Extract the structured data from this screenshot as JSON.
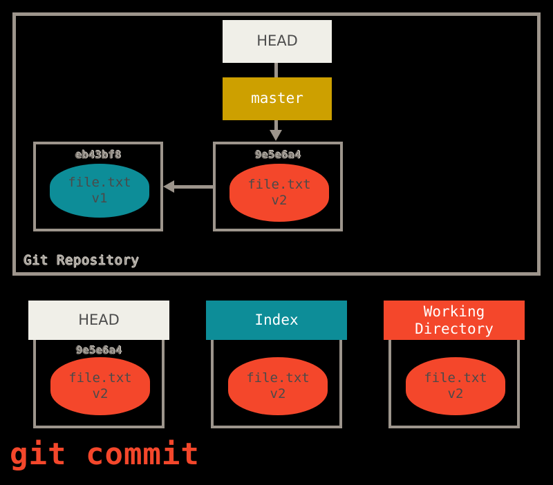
{
  "diagram": {
    "title": "git commit",
    "command_caption": "git commit",
    "repository": {
      "label": "Git Repository",
      "refs": [
        {
          "name": "HEAD",
          "label": "HEAD",
          "color": "#f0efe8",
          "text_color": "#4d4d4d"
        },
        {
          "name": "master",
          "label": "master",
          "color": "#cda000",
          "text_color": "#ffffff"
        }
      ],
      "commits": [
        {
          "hash": "eb43bf8",
          "blob_file": "file.txt",
          "blob_version": "v1",
          "blob_color": "#0d8d98"
        },
        {
          "hash": "9e5e6a4",
          "blob_file": "file.txt",
          "blob_version": "v2",
          "blob_color": "#f4472b"
        }
      ]
    },
    "areas": [
      {
        "title": "HEAD",
        "header_color": "#f0efe8",
        "header_text_color": "#4d4d4d",
        "hash": "9e5e6a4",
        "blob_file": "file.txt",
        "blob_version": "v2",
        "blob_color": "#f4472b"
      },
      {
        "title": "Index",
        "header_color": "#0d8d98",
        "header_text_color": "#ffffff",
        "hash": "",
        "blob_file": "file.txt",
        "blob_version": "v2",
        "blob_color": "#f4472b"
      },
      {
        "title": "Working\nDirectory",
        "header_color": "#f4472b",
        "header_text_color": "#ffffff",
        "hash": "",
        "blob_file": "file.txt",
        "blob_version": "v2",
        "blob_color": "#f4472b"
      }
    ],
    "colors": {
      "background": "#000000",
      "frame": "#9d958c",
      "teal": "#0d8d98",
      "orange_red": "#f4472b",
      "gold": "#cda000",
      "off_white": "#f0efe8",
      "blob_text": "#4a4a4a"
    }
  }
}
